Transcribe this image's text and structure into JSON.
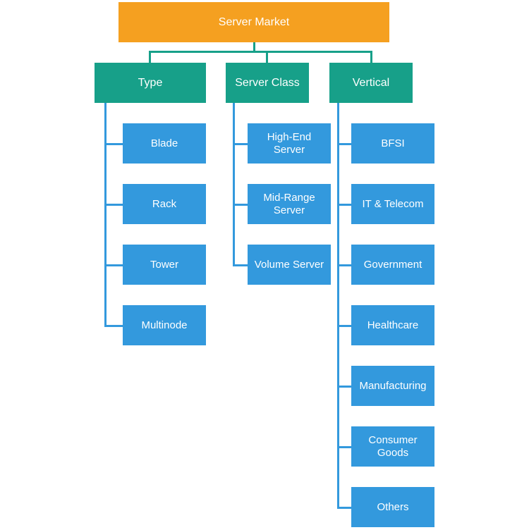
{
  "diagram": {
    "root": {
      "label": "Server Market"
    },
    "categories": [
      {
        "label": "Type",
        "children": [
          "Blade",
          "Rack",
          "Tower",
          "Multinode"
        ]
      },
      {
        "label": "Server Class",
        "children": [
          "High-End\nServer",
          "Mid-Range\nServer",
          "Volume Server"
        ]
      },
      {
        "label": "Vertical",
        "children": [
          "BFSI",
          "IT & Telecom",
          "Government",
          "Healthcare",
          "Manufacturing",
          "Consumer\nGoods",
          "Others"
        ]
      }
    ],
    "colors": {
      "root": "#f5a020",
      "category": "#17a089",
      "leaf": "#3399dd",
      "text": "#ffffff"
    }
  }
}
